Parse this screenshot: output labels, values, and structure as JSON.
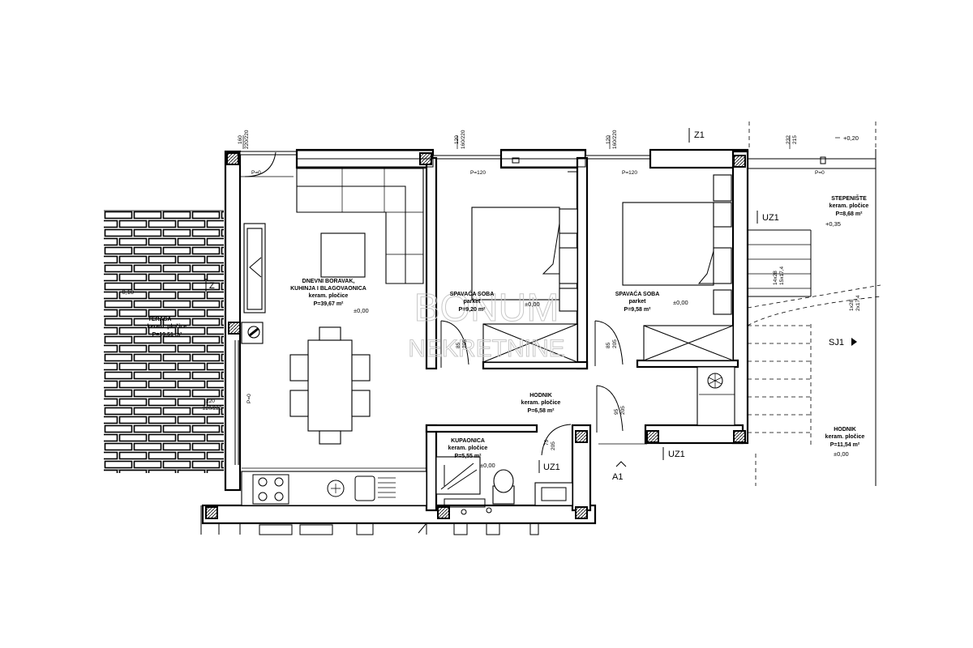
{
  "watermark": {
    "line1": "BONUM",
    "line2": "NEKRETNINE"
  },
  "rooms": {
    "living": {
      "name": "DNEVNI BORAVAK,",
      "name2": "KUHINJA I BLAGOVAONICA",
      "floor": "keram. pločice",
      "area": "P=39,67 m²",
      "level": "±0,00"
    },
    "bedroom1": {
      "name": "SPAVAĆA SOBA",
      "floor": "parket",
      "area": "P=9,20 m²",
      "level": "±0,00"
    },
    "bedroom2": {
      "name": "SPAVAĆA SOBA",
      "floor": "parket",
      "area": "P=9,58 m²",
      "level": "±0,00"
    },
    "hall": {
      "name": "HODNIK",
      "floor": "keram. pločice",
      "area": "P=6,58 m²"
    },
    "bath": {
      "name": "KUPAONICA",
      "floor": "keram. pločice",
      "area": "P=5,55 m²",
      "level": "±0,00"
    },
    "terrace": {
      "name": "TERASA",
      "floor": "keram. pločice",
      "area": "P=19,51 m²",
      "level": "-0,10"
    },
    "stair": {
      "name": "STEPENIŠTE",
      "floor": "keram. pločice",
      "area": "P=8,68 m²",
      "level": "+0,35"
    },
    "corridor": {
      "name": "HODNIK",
      "floor": "keram. pločice",
      "area": "P=11,54 m²",
      "level": "±0,00"
    }
  },
  "tags": {
    "z1_top": "Z1",
    "z_left": "Z",
    "uz1_right": "UZ1",
    "sj1": "SJ1",
    "uz1_bottom": "UZ1",
    "uz1_bath": "UZ1",
    "a1": "A1"
  },
  "dims": {
    "w1": "160",
    "w1b": "220/220",
    "w2": "120",
    "w2b": "160/220",
    "w3": "120",
    "w3b": "160/220",
    "w4": "232",
    "w4b": "215",
    "d1": "85",
    "d1b": "205",
    "d2": "85",
    "d2b": "205",
    "d3": "95",
    "d3b": "205",
    "d4": "75",
    "d4b": "205",
    "tw": "220",
    "twb": "220/220",
    "st1": "14x28",
    "st1b": "15x17,4",
    "st2": "1x28",
    "st2b": "2x17,4"
  },
  "sills": {
    "p0a": "P=0",
    "p120a": "P=120",
    "p120b": "P=120",
    "p0b": "P=0",
    "p0c": "P=0"
  },
  "levels": {
    "top_right": "+0,20"
  }
}
